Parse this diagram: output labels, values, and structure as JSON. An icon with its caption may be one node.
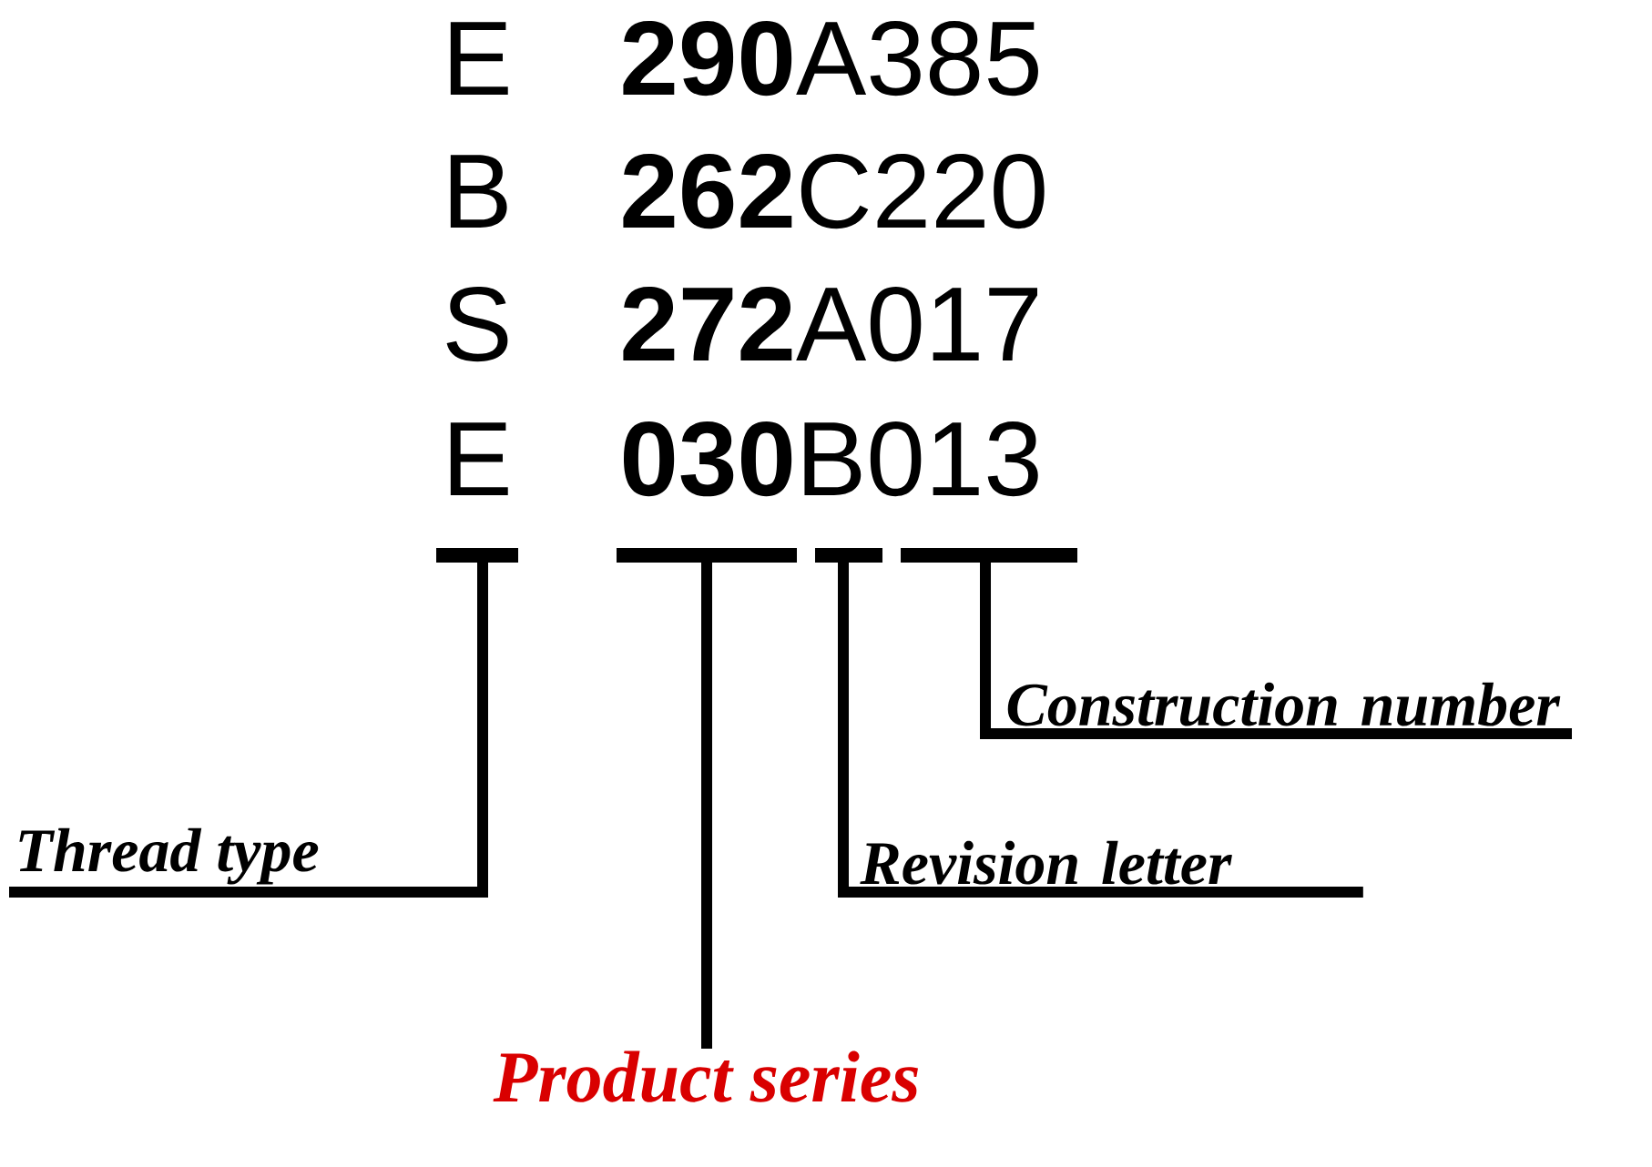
{
  "diagram": {
    "nodes": [
      {
        "text": [],
        "shape": "bar"
      },
      {
        "text": [],
        "shape": "bar"
      },
      {
        "text": [],
        "shape": "bar"
      },
      {
        "text": [],
        "shape": "bar"
      },
      {
        "text": [
          "Thread type"
        ]
      },
      {
        "text": [
          "Product series"
        ]
      },
      {
        "text": [
          "Revision letter"
        ]
      },
      {
        "text": [
          "Construction number"
        ]
      }
    ],
    "edges": [
      {
        "from": 0,
        "to": 4,
        "arrow": "none"
      },
      {
        "from": 1,
        "to": 5,
        "arrow": "none"
      },
      {
        "from": 2,
        "to": 6,
        "arrow": "none"
      },
      {
        "from": 3,
        "to": 7,
        "arrow": "none"
      }
    ],
    "labels": [
      "E",
      "**290**A385",
      "B",
      "**262**C220",
      "S",
      "**272**A017",
      "E",
      "**030**B013"
    ]
  }
}
